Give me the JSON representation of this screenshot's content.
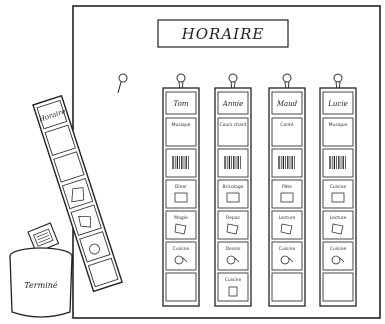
{
  "board": {
    "title": "HORAIRE"
  },
  "columns": [
    {
      "name": "Tom",
      "cells": [
        "Musique",
        "",
        "Dîner",
        "Magie",
        "Cuisine",
        ""
      ]
    },
    {
      "name": "Annie",
      "cells": [
        "Cours chant",
        "",
        "Bricolage",
        "Repas",
        "Dessin",
        "Cuisine"
      ]
    },
    {
      "name": "Maud",
      "cells": [
        "Conté",
        "",
        "Pâte",
        "Lecture",
        "Cuisine",
        ""
      ]
    },
    {
      "name": "Lucie",
      "cells": [
        "Musique",
        "",
        "Cuisine",
        "Lecture",
        "Cuisine",
        ""
      ]
    }
  ],
  "leaning_strip": {
    "label": "Horaire"
  },
  "bin": {
    "label": "Terminé"
  }
}
